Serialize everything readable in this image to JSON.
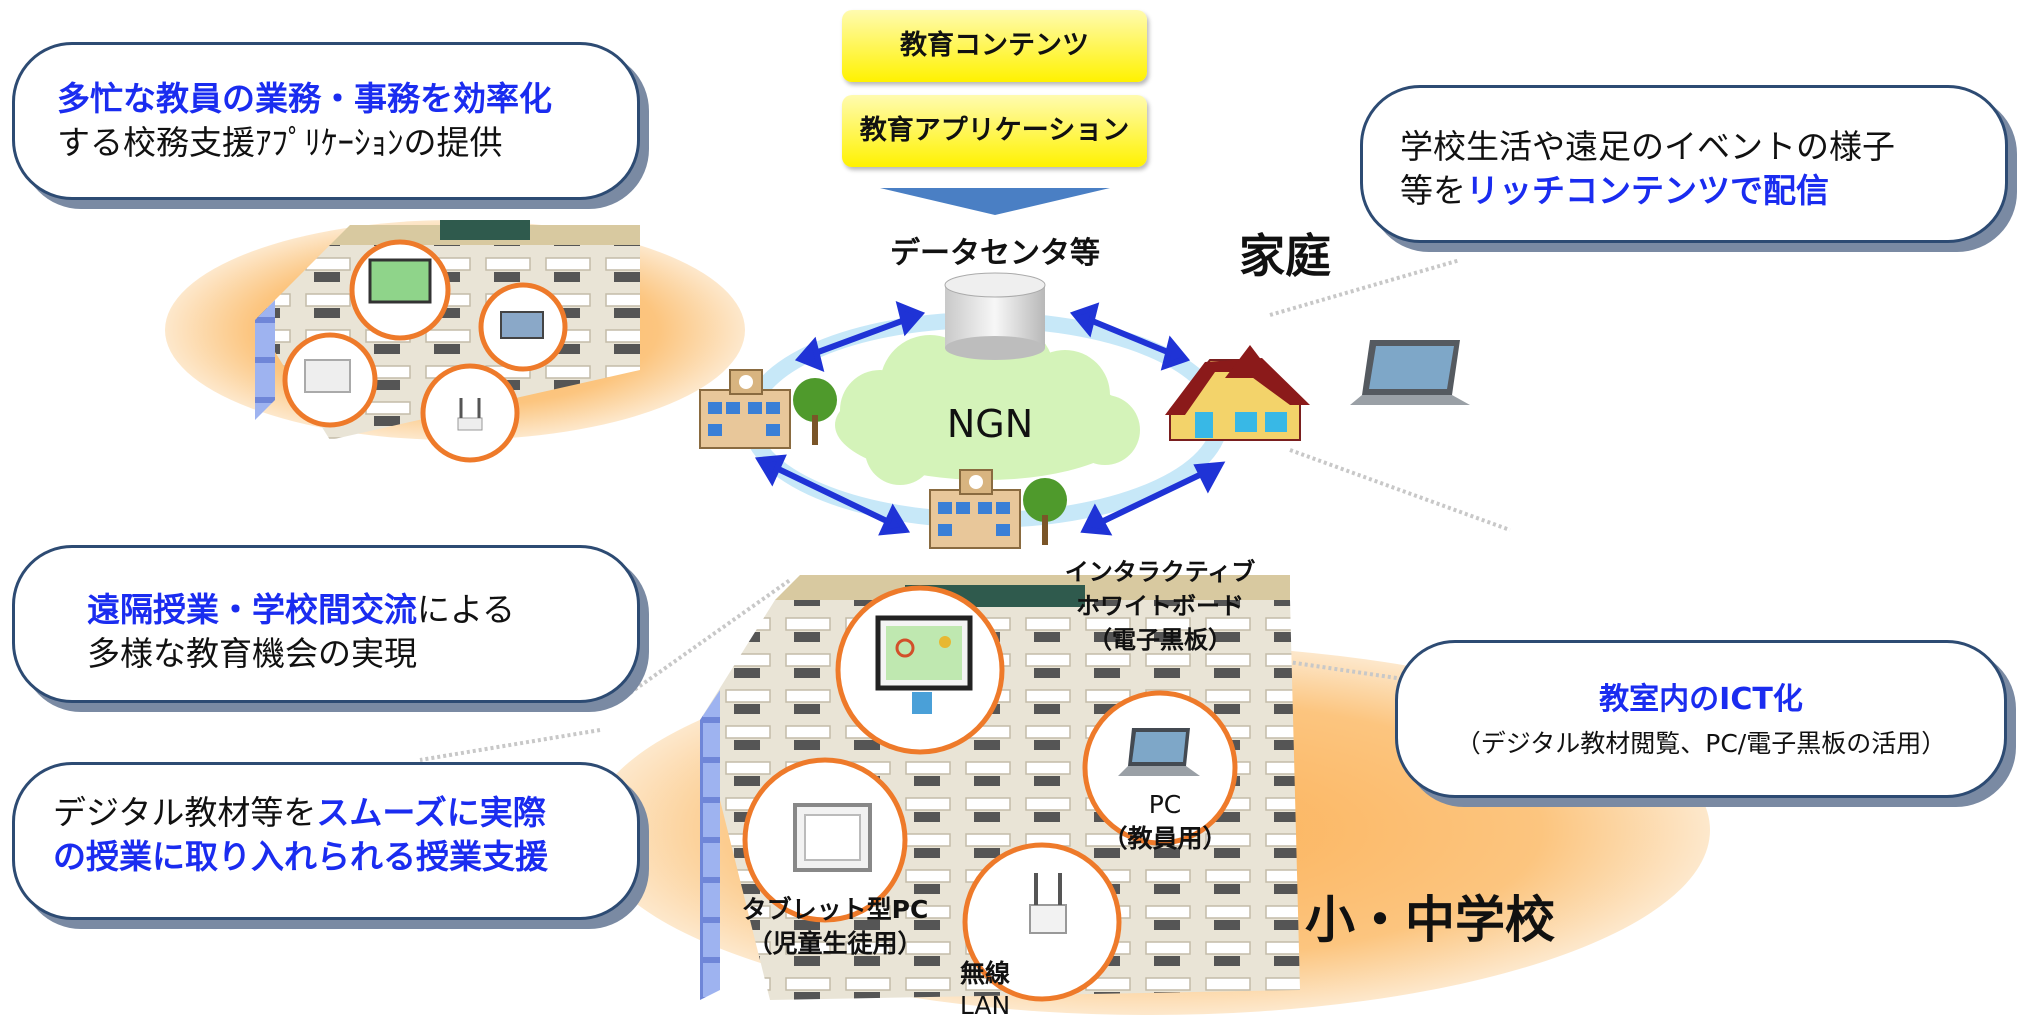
{
  "top_stack": {
    "content": "教育コンテンツ",
    "application": "教育アプリケーション",
    "datacenter": "データセンタ等"
  },
  "network": {
    "label": "NGN"
  },
  "places": {
    "home": "家庭",
    "school": "小・中学校"
  },
  "callouts": {
    "efficiency": {
      "hl": "多忙な教員の業務・事務を効率化",
      "text": "する校務支援ｱﾌﾟﾘｹｰｼｮﾝの提供"
    },
    "rich": {
      "line1": "学校生活や遠足のイベントの様子",
      "prefix": "等を",
      "hl": "リッチコンテンツで配信"
    },
    "remote": {
      "hl": "遠隔授業・学校間交流",
      "suffix": "による",
      "line2": "多様な教育機会の実現"
    },
    "smooth": {
      "prefix": "デジタル教材等を",
      "hl1": "スムーズに実際",
      "hl2": "の授業に取り入れられる授業支援"
    },
    "ict": {
      "title": "教室内のICT化",
      "sub": "（デジタル教材閲覧、PC/電子黒板の活用）"
    }
  },
  "equipment": {
    "iwb": [
      "インタラクティブ",
      "ホワイトボード",
      "（電子黒板）"
    ],
    "pc": [
      "PC",
      "（教員用）"
    ],
    "tablet": [
      "タブレット型PC",
      "（児童生徒用）"
    ],
    "wlan": [
      "無線",
      "LAN"
    ]
  },
  "colors": {
    "highlight": "#1a2cf0",
    "arrow": "#1f33d6",
    "border": "#2d4b73",
    "circle": "#ee7a2a",
    "box": "#fff200"
  }
}
